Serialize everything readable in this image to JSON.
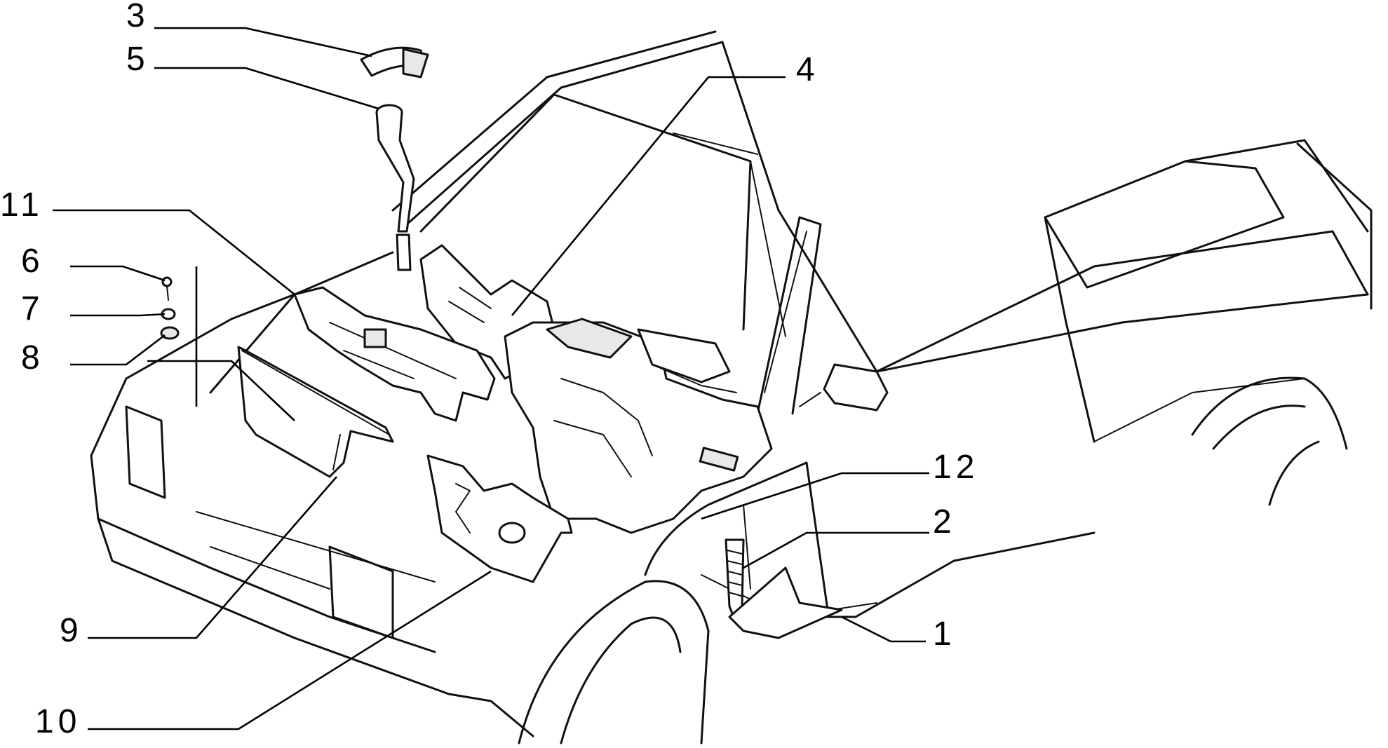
{
  "callouts": [
    {
      "id": "c1",
      "text": "1"
    },
    {
      "id": "c2",
      "text": "2"
    },
    {
      "id": "c3",
      "text": "3"
    },
    {
      "id": "c4",
      "text": "4"
    },
    {
      "id": "c5",
      "text": "5"
    },
    {
      "id": "c6",
      "text": "6"
    },
    {
      "id": "c7",
      "text": "7"
    },
    {
      "id": "c8",
      "text": "8"
    },
    {
      "id": "c9",
      "text": "9"
    },
    {
      "id": "c10",
      "text": "10"
    },
    {
      "id": "c11",
      "text": "11"
    },
    {
      "id": "c12",
      "text": "12"
    }
  ],
  "colors": {
    "ink": "#111111",
    "background": "#ffffff"
  }
}
